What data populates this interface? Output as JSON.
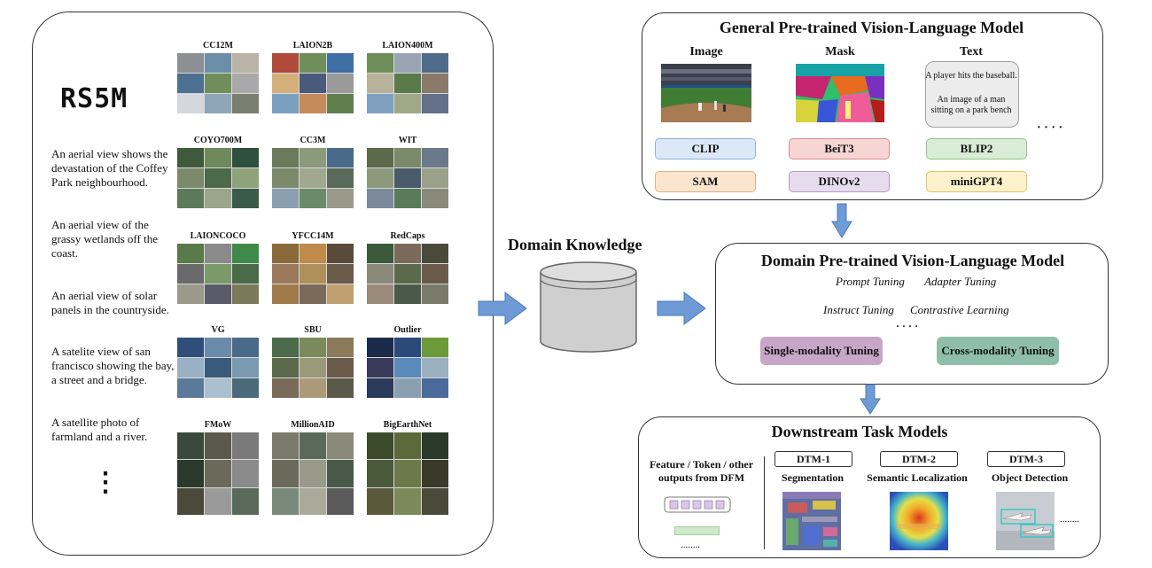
{
  "rs5m": {
    "title": "RS5M",
    "datasets": [
      "CC12M",
      "LAION2B",
      "LAION400M",
      "COYO700M",
      "CC3M",
      "WIT",
      "LAIONCOCO",
      "YFCC14M",
      "RedCaps",
      "VG",
      "SBU",
      "Outlier",
      "FMoW",
      "MillionAID",
      "BigEarthNet"
    ],
    "captions": [
      "An aerial view shows the devastation of the Coffey Park neighbourhood.",
      "An aerial view of the grassy wetlands off the coast.",
      "An aerial view of solar panels in the countryside.",
      "A satelite view of san francisco showing the bay, a street and a bridge.",
      "A satellite photo of farmland and a river."
    ],
    "vdots": "⋮"
  },
  "general": {
    "title": "General Pre-trained Vision-Language Model",
    "col_image": "Image",
    "col_mask": "Mask",
    "col_text": "Text",
    "text_line1": "A player hits the baseball.",
    "text_line2": "An image of a man sitting on a park bench",
    "models": [
      "CLIP",
      "BeiT3",
      "BLIP2",
      "SAM",
      "DINOv2",
      "miniGPT4"
    ],
    "ellipsis": "· · · ·"
  },
  "domain_knowledge": {
    "label": "Domain Knowledge"
  },
  "domain": {
    "title": "Domain Pre-trained Vision-Language Model",
    "prompt": "Prompt Tuning",
    "adapter": "Adapter Tuning",
    "instruct": "Instruct Tuning",
    "contrastive": "Contrastive Learning",
    "dots": "· · · ·",
    "single": "Single-modality Tuning",
    "cross": "Cross-modality Tuning"
  },
  "downstream": {
    "title": "Downstream Task Models",
    "feature_text": "Feature / Token / other outputs from DFM",
    "dots_bottom": "........",
    "dots_right": "........",
    "tasks": [
      {
        "id": "DTM-1",
        "name": "Segmentation"
      },
      {
        "id": "DTM-2",
        "name": "Semantic Localization"
      },
      {
        "id": "DTM-3",
        "name": "Object Detection"
      }
    ]
  },
  "colors": {
    "clip": "#dbe8f7",
    "clip_border": "#8fb1d9",
    "beit": "#f6d5d3",
    "beit_border": "#d98e8a",
    "blip": "#d9ecd6",
    "blip_border": "#93c48b",
    "sam": "#fbe5cf",
    "sam_border": "#e3b07c",
    "dino": "#e7dced",
    "dino_border": "#b79ac6",
    "mini": "#fdf2cc",
    "mini_border": "#e0c467",
    "single": "#c7a6c7",
    "cross": "#8fbfaa",
    "arrow": "#6e9bd6"
  }
}
